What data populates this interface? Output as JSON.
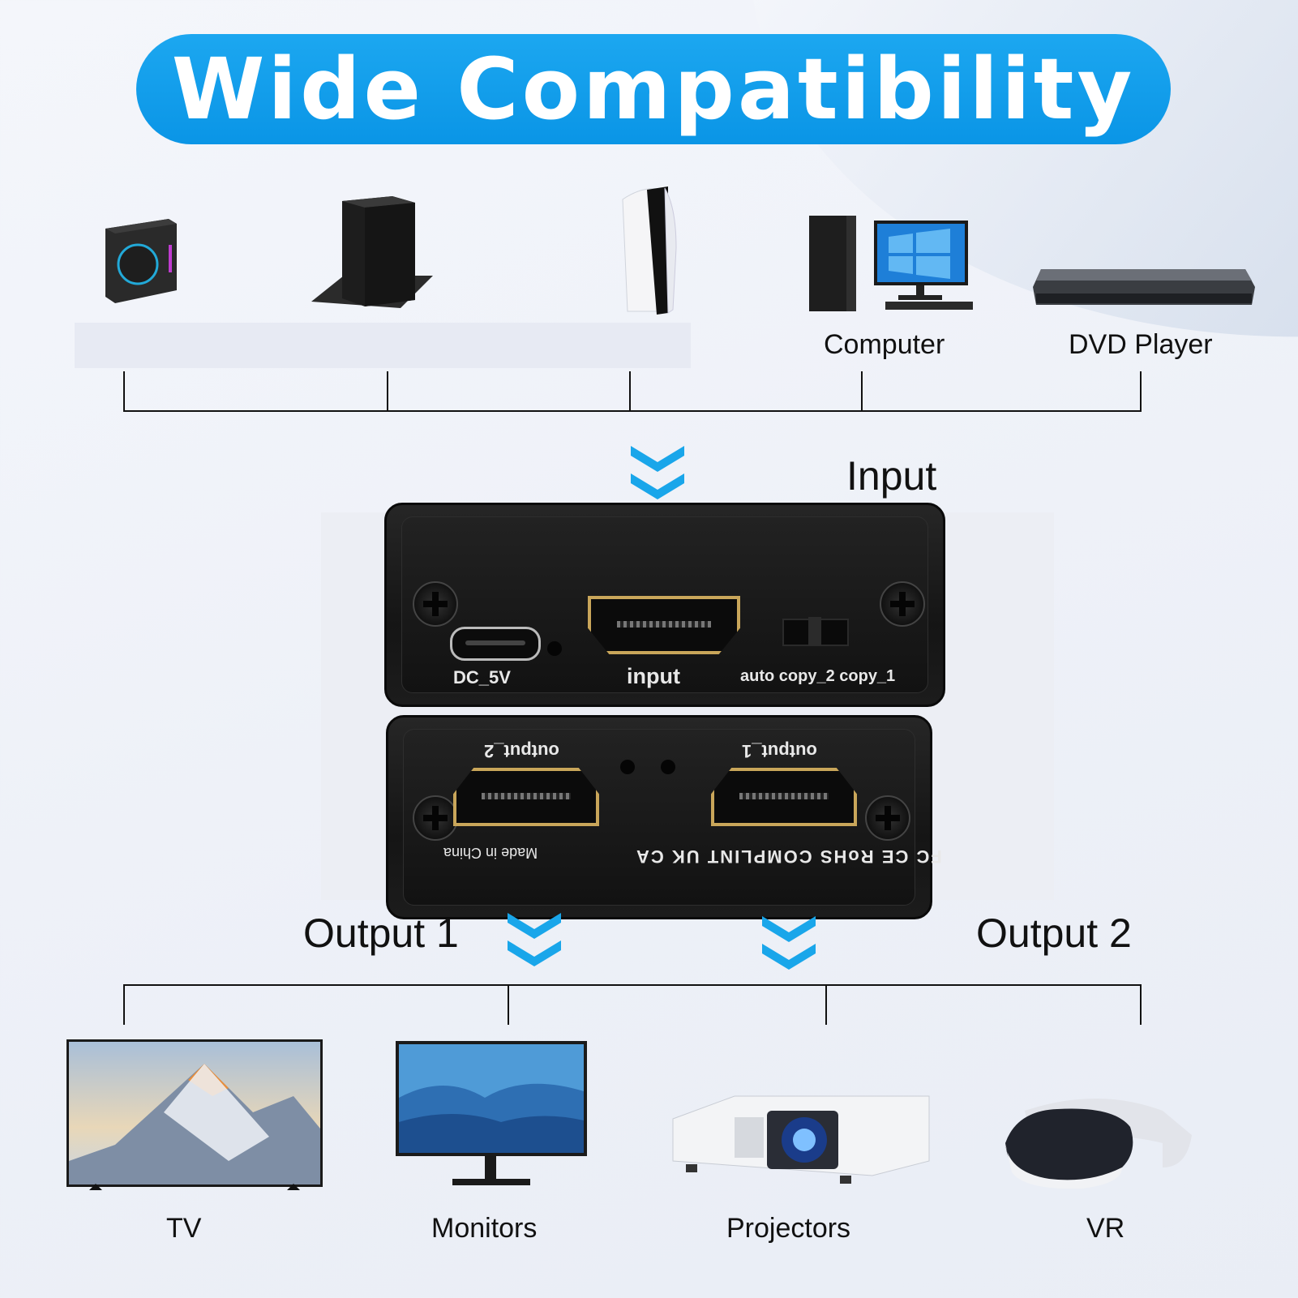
{
  "title": "Wide Compatibility",
  "sources": [
    {
      "name": "Computer",
      "icon": "computer-icon"
    },
    {
      "name": "DVD Player",
      "icon": "dvd-player-icon"
    }
  ],
  "flow_labels": {
    "input": "Input",
    "output_1": "Output 1",
    "output_2": "Output 2"
  },
  "splitter": {
    "top_panel": {
      "dc": "DC_5V",
      "input": "input",
      "switch": "auto copy_2 copy_1"
    },
    "bottom_panel": {
      "output_2": "output_2",
      "output_1": "output_1",
      "made_in": "Made in China",
      "marks": "FC CE RoHS COMPLINT UK CA"
    }
  },
  "displays": [
    {
      "name": "TV",
      "icon": "tv-icon"
    },
    {
      "name": "Monitors",
      "icon": "monitor-icon"
    },
    {
      "name": "Projectors",
      "icon": "projector-icon"
    },
    {
      "name": "VR",
      "icon": "vr-headset-icon"
    }
  ],
  "colors": {
    "accent": "#0a95e6",
    "chevron": "#19a6ea"
  }
}
